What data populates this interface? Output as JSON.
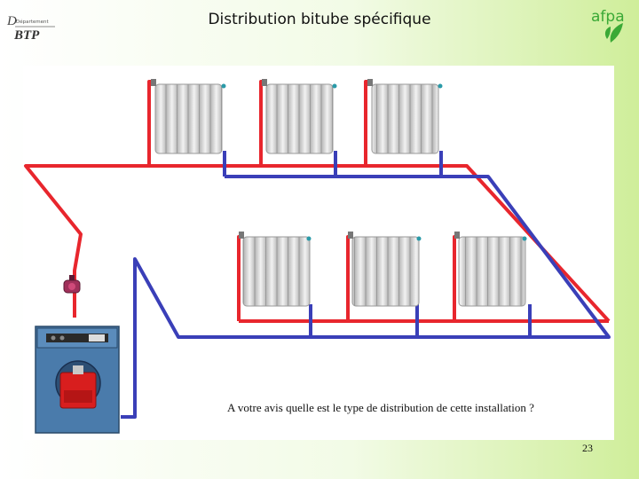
{
  "slide": {
    "title": "Distribution bitube spécifique",
    "question": "A votre avis quelle est le type de distribution de cette installation ?",
    "page_number": "23"
  },
  "logo_left": {
    "line1": "Département",
    "line2": "BTP"
  },
  "logo_right": {
    "text": "afpa"
  },
  "colors": {
    "supply_pipe": "#e8262d",
    "return_pipe": "#3a3fb8",
    "radiator": "#d6d6d6",
    "boiler_body": "#4a7bab",
    "burner": "#d81e1e",
    "pump": "#a0305a",
    "logo_green": "#3aa936"
  },
  "icons": [
    "radiator-icon",
    "boiler-icon",
    "circulator-pump-icon",
    "valve-icon"
  ]
}
